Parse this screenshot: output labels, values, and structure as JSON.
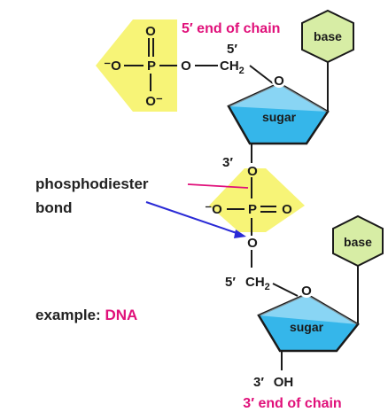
{
  "colors": {
    "phosphate_highlight": "#f7f477",
    "sugar_fill": "#35b6ea",
    "sugar_top_fill": "#cdeefb",
    "base_fill": "#d7eda5",
    "accent_pink": "#e0107a",
    "arrow_pink": "#e0107a",
    "arrow_blue": "#2a2ad6",
    "bond": "#1a1a1a"
  },
  "labels": {
    "five_prime_end": "5′ end of chain",
    "three_prime_end": "3′ end of chain",
    "phosphodiester_line1": "phosphodiester",
    "phosphodiester_line2": "bond",
    "example_prefix": "example: ",
    "example_molecule": "DNA"
  },
  "top_phosphate": {
    "o_double": "O",
    "minus_o_left": "⁻O",
    "p": "P",
    "o_right": "O",
    "o_bottom": "O⁻",
    "five_prime": "5′",
    "ch2": "CH",
    "ch2_sub": "2"
  },
  "upper_sugar": {
    "ring_o": "O",
    "label": "sugar",
    "three_prime": "3′"
  },
  "upper_base": {
    "label": "base"
  },
  "link_phosphate": {
    "o_top": "O",
    "minus_o_left": "⁻O",
    "p": "P",
    "o_double": "O",
    "o_bottom": "O"
  },
  "lower_sugar": {
    "five_prime": "5′",
    "ch2": "CH",
    "ch2_sub": "2",
    "ring_o": "O",
    "label": "sugar",
    "three_prime": "3′",
    "oh": "OH"
  },
  "lower_base": {
    "label": "base"
  }
}
